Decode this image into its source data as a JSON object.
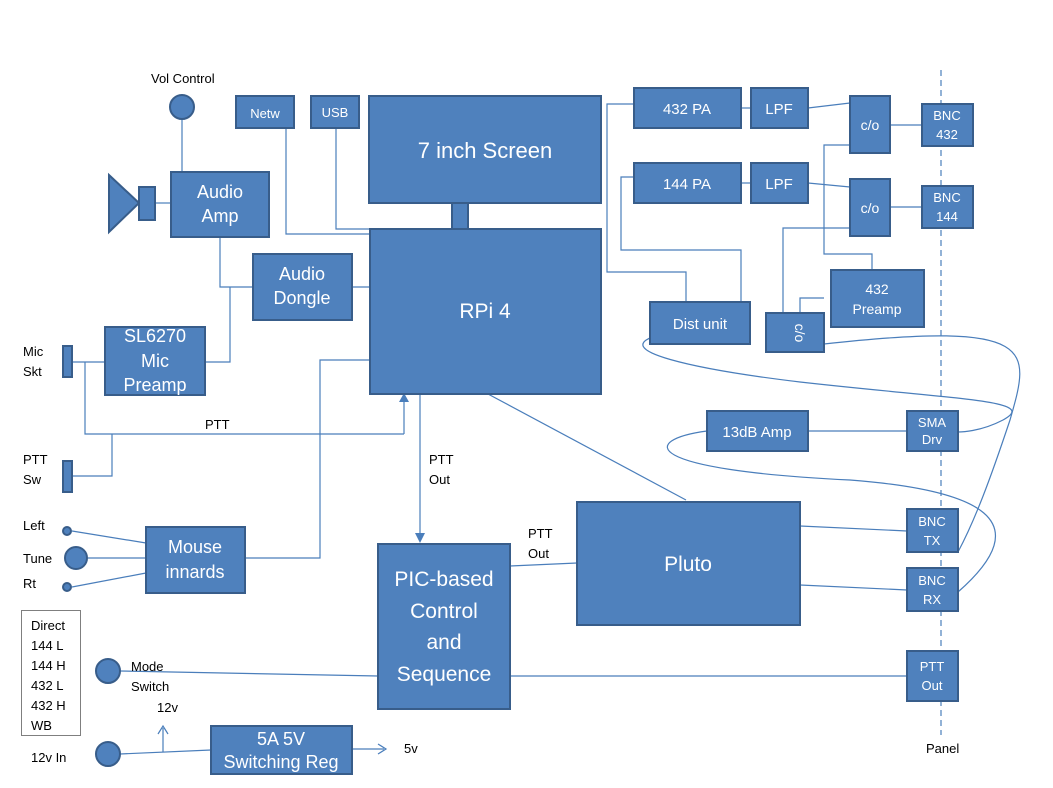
{
  "blocks": {
    "netw": "Netw",
    "usb": "USB",
    "screen": "7 inch Screen",
    "rpi": "RPi 4",
    "audio_amp": [
      "Audio",
      "Amp"
    ],
    "audio_dongle": [
      "Audio",
      "Dongle"
    ],
    "preamp": [
      "SL6270",
      "Mic",
      "Preamp"
    ],
    "mouse": [
      "Mouse",
      "innards"
    ],
    "pic": [
      "PIC-based",
      "Control",
      "and",
      "Sequence"
    ],
    "pluto": "Pluto",
    "reg": [
      "5A 5V",
      "Switching Reg"
    ],
    "pa432": "432 PA",
    "pa144": "144 PA",
    "lpf1": "LPF",
    "lpf2": "LPF",
    "co1": "c/o",
    "co2": "c/o",
    "co3": "c/o",
    "bnc432": [
      "BNC",
      "432"
    ],
    "bnc144": [
      "BNC",
      "144"
    ],
    "preamp432": [
      "432",
      "Preamp"
    ],
    "dist": "Dist unit",
    "amp13": "13dB Amp",
    "sma": [
      "SMA",
      "Drv"
    ],
    "bnctx": [
      "BNC",
      "TX"
    ],
    "bncrx": [
      "BNC",
      "RX"
    ],
    "pttout_conn": [
      "PTT",
      "Out"
    ]
  },
  "labels": {
    "vol_control": "Vol Control",
    "mic_skt": [
      "Mic",
      "Skt"
    ],
    "ptt_sw": [
      "PTT",
      "Sw"
    ],
    "left": "Left",
    "tune": "Tune",
    "rt": "Rt",
    "ptt": "PTT",
    "ptt_out_1": [
      "PTT",
      "Out"
    ],
    "ptt_out_2": [
      "PTT",
      "Out"
    ],
    "mode_switch": [
      "Mode",
      "Switch"
    ],
    "v12": "12v",
    "v12_in": "12v In",
    "v5": "5v",
    "panel": "Panel"
  },
  "mode_list": [
    "Direct",
    "144 L",
    "144 H",
    "432 L",
    "432 H",
    "WB"
  ],
  "colors": {
    "block_fill": "#4f81bd",
    "block_border": "#385d8a",
    "wire": "#4a7ebb"
  }
}
